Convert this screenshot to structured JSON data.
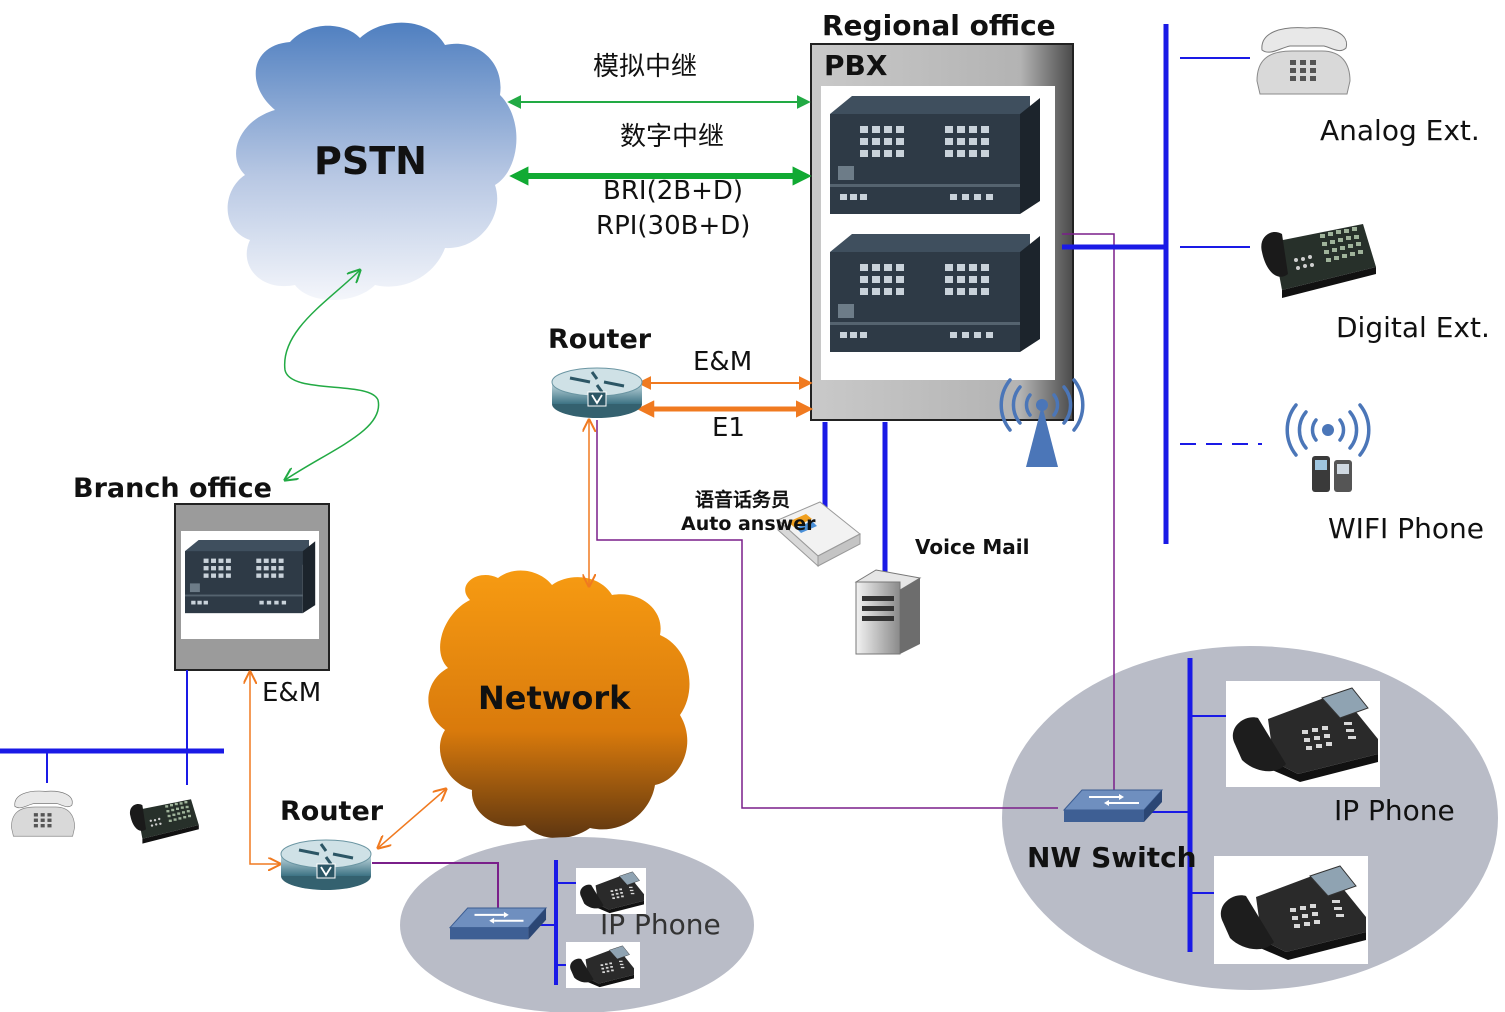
{
  "labels": {
    "regional_office": "Regional office",
    "pbx": "PBX",
    "pstn": "PSTN",
    "analog_trunk": "模拟中继",
    "digital_trunk": "数字中继",
    "bri": "BRI(2B+D)",
    "rpi": "RPI(30B+D)",
    "router_top": "Router",
    "em_top": "E&M",
    "e1": "E1",
    "voice_attendant": "语音话务员",
    "auto_answer": "Auto answer",
    "voice_mail": "Voice Mail",
    "branch_office": "Branch office",
    "em_branch": "E&M",
    "router_bottom": "Router",
    "network": "Network",
    "ip_phone_branch": "IP Phone",
    "nw_switch": "NW Switch",
    "ip_phone_regional": "IP Phone",
    "analog_ext": "Analog Ext.",
    "digital_ext": "Digital Ext.",
    "wifi_phone": "WIFI Phone"
  },
  "colors": {
    "pstn_cloud_top": "#4f7fc0",
    "network_cloud": "#f59a10",
    "analog_link": "#22aa44",
    "digital_link": "#11aa33",
    "em_link": "#f07a20",
    "bus_line": "#1a1ae6",
    "lan_link": "#7a1f8a",
    "lan_ellipse": "#b9bcc7"
  }
}
